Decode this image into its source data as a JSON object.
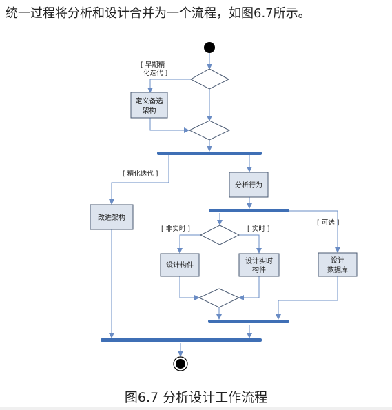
{
  "intro_text": "统一过程将分析和设计合并为一个流程，如图6.7所示。",
  "caption": "图6.7 分析设计工作流程",
  "diagram": {
    "guards": {
      "early_refine_line1": "[ 早期精",
      "early_refine_line2": "化迭代 ]",
      "refine_iteration": "[ 精化迭代 ]",
      "non_realtime": "[ 非实时 ]",
      "realtime": "[ 实时 ]",
      "optional": "[ 可选 ]"
    },
    "activities": {
      "define_candidate_line1": "定义备选",
      "define_candidate_line2": "架构",
      "analyze_behavior": "分析行为",
      "refine_architecture": "改进架构",
      "design_components": "设计构件",
      "design_realtime_line1": "设计实时",
      "design_realtime_line2": "构件",
      "design_db_line1": "设计",
      "design_db_line2": "数据库"
    }
  }
}
